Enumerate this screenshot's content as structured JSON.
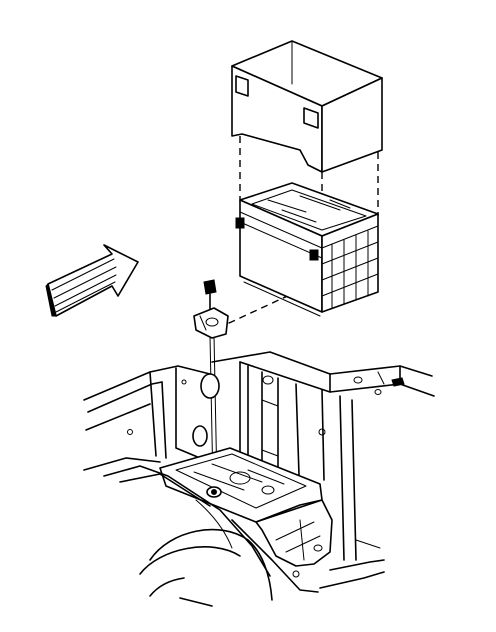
{
  "figure": {
    "type": "exploded-assembly-illustration",
    "parts": [
      "battery-insulator-cover",
      "battery",
      "hold-down-bolt",
      "hold-down-retainer",
      "battery-tray",
      "vehicle-body-structure",
      "view-direction-arrow"
    ],
    "colors": {
      "line": "#000000",
      "background": "#ffffff"
    }
  }
}
